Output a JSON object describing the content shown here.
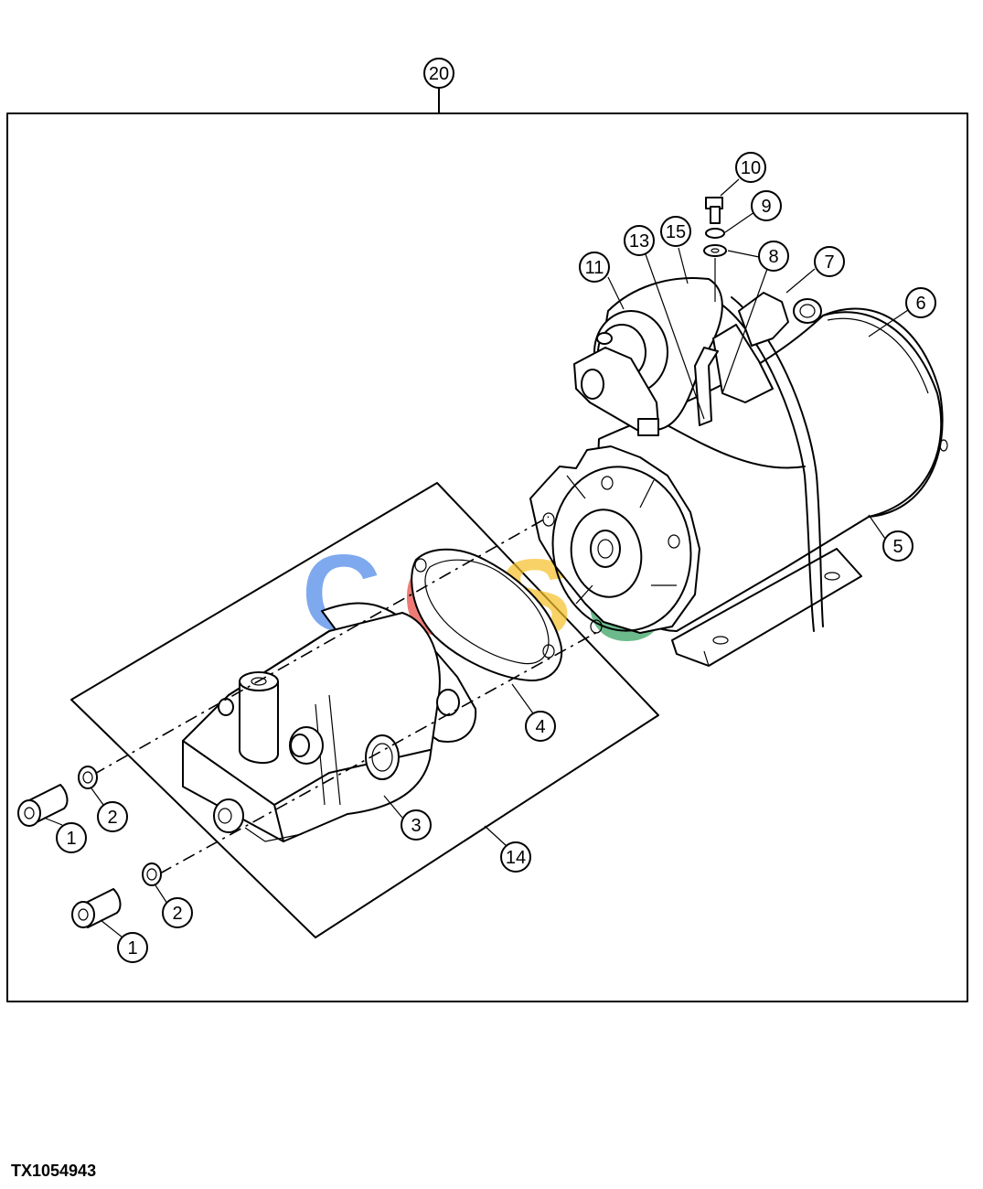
{
  "figure": {
    "id": "TX1054943"
  },
  "watermark": {
    "letters": [
      "C",
      "G",
      "S",
      "C"
    ],
    "colors": [
      "#4a86e8",
      "#e8453c",
      "#f6c026",
      "#2f9e5b"
    ]
  },
  "callouts": [
    {
      "label": "20"
    },
    {
      "label": "10"
    },
    {
      "label": "9"
    },
    {
      "label": "13"
    },
    {
      "label": "15"
    },
    {
      "label": "8"
    },
    {
      "label": "7"
    },
    {
      "label": "11"
    },
    {
      "label": "6"
    },
    {
      "label": "5"
    },
    {
      "label": "4"
    },
    {
      "label": "3"
    },
    {
      "label": "14"
    },
    {
      "label": "2"
    },
    {
      "label": "1"
    },
    {
      "label": "2"
    },
    {
      "label": "1"
    }
  ]
}
